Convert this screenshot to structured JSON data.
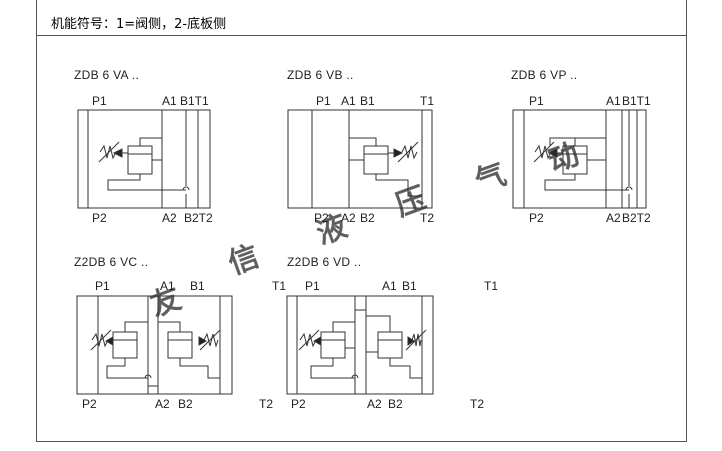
{
  "header": {
    "title": "机能符号：1=阀侧，2-底板侧"
  },
  "watermark": {
    "chars": [
      "友",
      "信",
      "液",
      "压",
      "气",
      "动"
    ],
    "color": "#f0b0b0"
  },
  "diagrams": [
    {
      "title": "ZDB 6 VA ..",
      "ports_top": [
        "P1",
        "A1",
        "B1T1"
      ],
      "ports_bottom": [
        "P2",
        "A2",
        "B2T2"
      ]
    },
    {
      "title": "ZDB 6 VB ..",
      "ports_top": [
        "P1",
        "A1",
        "B1",
        "T1"
      ],
      "ports_bottom": [
        "P2",
        "A2",
        "B2",
        "T2"
      ]
    },
    {
      "title": "ZDB 6 VP ..",
      "ports_top": [
        "P1",
        "A1",
        "B1T1"
      ],
      "ports_bottom": [
        "P2",
        "A2",
        "B2T2"
      ]
    },
    {
      "title": "Z2DB 6 VC ..",
      "ports_top": [
        "P1",
        "A1",
        "B1",
        "T1"
      ],
      "ports_bottom": [
        "P2",
        "A2",
        "B2",
        "T2"
      ]
    },
    {
      "title": "Z2DB 6 VD ..",
      "ports_top": [
        "P1",
        "A1",
        "B1",
        "T1"
      ],
      "ports_bottom": [
        "P2",
        "A2",
        "B2",
        "T2"
      ]
    }
  ]
}
